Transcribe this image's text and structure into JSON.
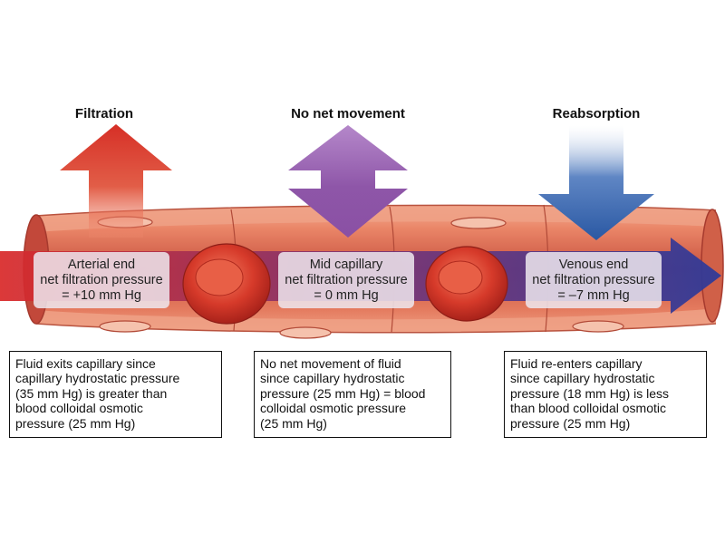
{
  "headings": {
    "filtration": "Filtration",
    "no_net": "No net movement",
    "reabsorption": "Reabsorption"
  },
  "pressure_boxes": {
    "arterial": {
      "line1": "Arterial end",
      "line2": "net filtration pressure",
      "line3": "= +10 mm Hg"
    },
    "mid": {
      "line1": "Mid capillary",
      "line2": "net filtration pressure",
      "line3": "= 0 mm Hg"
    },
    "venous": {
      "line1": "Venous end",
      "line2": "net filtration pressure",
      "line3": "= –7 mm Hg"
    }
  },
  "notes": {
    "arterial": [
      "Fluid exits capillary since",
      "capillary hydrostatic pressure",
      "(35 mm Hg) is greater than",
      "blood colloidal osmotic",
      "pressure (25 mm Hg)"
    ],
    "mid": [
      "No net movement of fluid",
      "since capillary hydrostatic",
      "pressure (25 mm Hg) = blood",
      "colloidal osmotic pressure",
      "(25 mm Hg)"
    ],
    "venous": [
      "Fluid re-enters capillary",
      "since capillary hydrostatic",
      "pressure (18 mm Hg) is less",
      "than blood colloidal osmotic",
      "pressure (25 mm Hg)"
    ]
  },
  "colors": {
    "filtration_arrow": "#d8352a",
    "no_net_arrow": "#9a5bb0",
    "reabsorption_arrow": "#2f5fa8",
    "vessel_wall": "#e8876a",
    "vessel_interior": "#cf5a45",
    "flow_arrow_start": "#d92a2a",
    "flow_arrow_end": "#2c3a9a",
    "red_blood_cell": "#d63a2a"
  },
  "icons": [
    "filtration-arrow-icon",
    "no-net-movement-arrow-icon",
    "reabsorption-arrow-icon",
    "blood-flow-arrow-icon",
    "red-blood-cell-icon"
  ]
}
